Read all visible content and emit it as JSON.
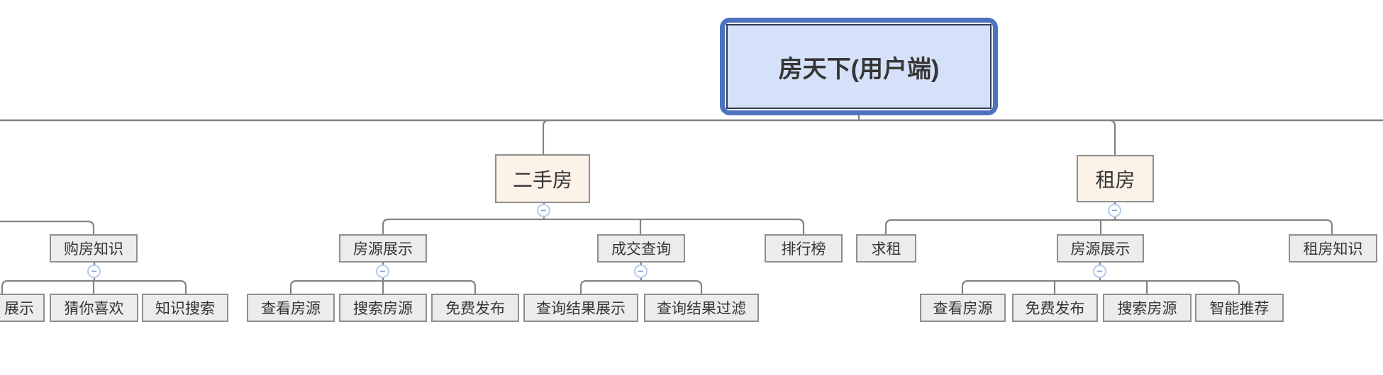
{
  "colors": {
    "root_ring": "#4d72c0",
    "root_fill": "#d4e1f8",
    "root_inner_border": "#2d3c55",
    "branch_fill": "#fdf2e8",
    "node_fill": "#ececec",
    "node_border": "#8f8f8f",
    "connector": "#838383",
    "collapse_border": "#b5cbee",
    "collapse_glyph_color": "#7ea3d9",
    "text": "#363636"
  },
  "icons": {
    "collapse_glyph": "−"
  },
  "root": {
    "label": "房天下(用户端)"
  },
  "branches": [
    {
      "label": "二手房",
      "children": [
        {
          "label": "房源展示",
          "children": [
            {
              "label": "查看房源"
            },
            {
              "label": "搜索房源"
            },
            {
              "label": "免费发布"
            }
          ]
        },
        {
          "label": "成交查询",
          "children": [
            {
              "label": "查询结果展示"
            },
            {
              "label": "查询结果过滤"
            }
          ]
        },
        {
          "label": "排行榜"
        }
      ]
    },
    {
      "label": "租房",
      "children": [
        {
          "label": "求租"
        },
        {
          "label": "房源展示",
          "children": [
            {
              "label": "查看房源"
            },
            {
              "label": "免费发布"
            },
            {
              "label": "搜索房源"
            },
            {
              "label": "智能推荐"
            }
          ]
        },
        {
          "label": "租房知识"
        }
      ]
    }
  ],
  "left_partial_group": {
    "label": "购房知识",
    "children": [
      {
        "label": "展示"
      },
      {
        "label": "猜你喜欢"
      },
      {
        "label": "知识搜索"
      }
    ]
  }
}
